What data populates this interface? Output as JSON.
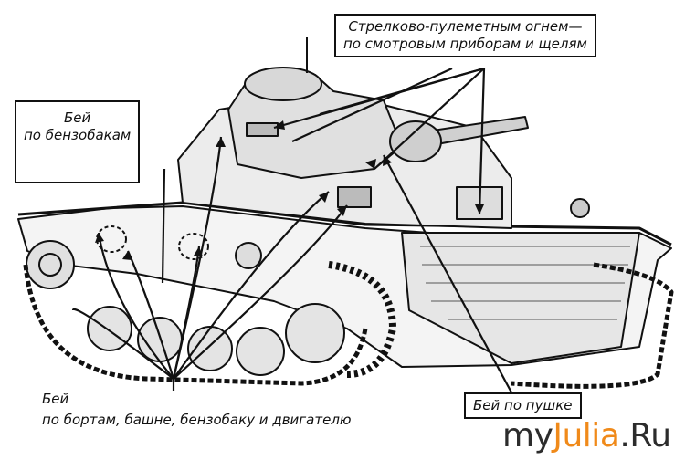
{
  "labels": {
    "fire": {
      "line1": "Стрелково-пулеметным огнем—",
      "line2": "по смотровым приборам и щелям"
    },
    "fuel": {
      "line1": "Бей",
      "line2": "по бензобакам"
    },
    "gun": "Бей по пушке",
    "sides": {
      "line1": "Бей",
      "line2": "по бортам, башне, бензобаку и двигателю"
    }
  },
  "watermark": {
    "prefix": "my",
    "accent": "Julia",
    "suffix": ".Ru"
  },
  "colors": {
    "ink": "#111111",
    "background": "#ffffff",
    "watermark_accent": "#f08a1a",
    "watermark_text": "#2c2c2c"
  }
}
